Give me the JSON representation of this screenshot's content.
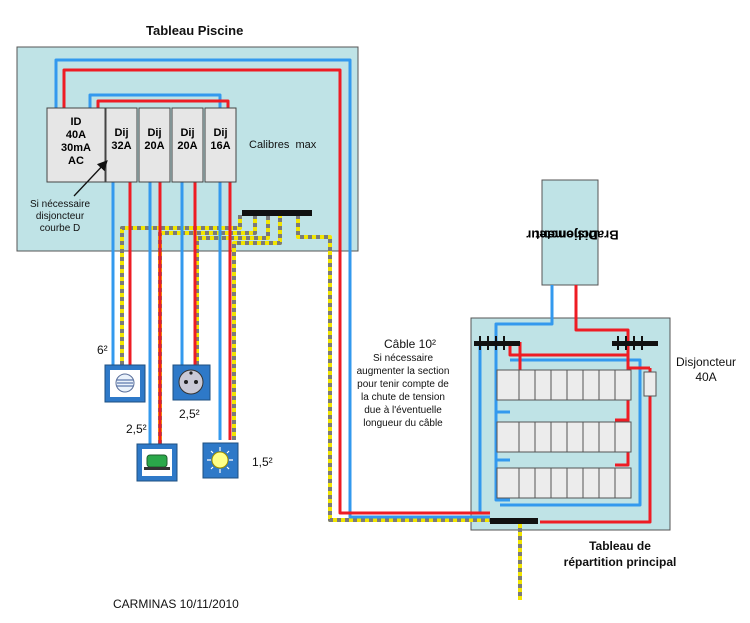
{
  "labels": {
    "tableau_piscine": "Tableau Piscine",
    "calibres_max": "Calibres  max",
    "si_necessaire": [
      "Si nécessaire",
      "disjoncteur",
      "courbe D"
    ],
    "disjoncteur_branchement": [
      "Disjoncteur",
      "Branchement"
    ],
    "cable_title": "Câble 10²",
    "cable_note": [
      "Si nécessaire",
      "augmenter la section",
      "pour tenir compte de",
      "la chute de tension",
      "due à l'éventuelle",
      "longueur du câble"
    ],
    "disjoncteur_40a": [
      "Disjoncteur",
      "40A"
    ],
    "tableau_repartition": [
      "Tableau de",
      "répartition principal"
    ],
    "author_date": "CARMINAS 10/11/2010"
  },
  "breakers": {
    "id": [
      "ID",
      "40A",
      "30mA",
      "AC"
    ],
    "dij": [
      {
        "name": "Dij",
        "rating": "32A"
      },
      {
        "name": "Dij",
        "rating": "20A"
      },
      {
        "name": "Dij",
        "rating": "20A"
      },
      {
        "name": "Dij",
        "rating": "16A"
      }
    ]
  },
  "sections": {
    "s1": "6²",
    "s2": "2,5²",
    "s3": "2,5²",
    "s4": "1,5²"
  },
  "colors": {
    "panel_fill": "#bfe3e6",
    "phase": "#ee1c24",
    "neutral": "#3399ee",
    "earth": "#f2e600",
    "earth_dash": "#7a7a7a",
    "bar": "#111111"
  },
  "icons": [
    "heater-icon",
    "socket-icon",
    "pump-icon",
    "lamp-icon"
  ]
}
